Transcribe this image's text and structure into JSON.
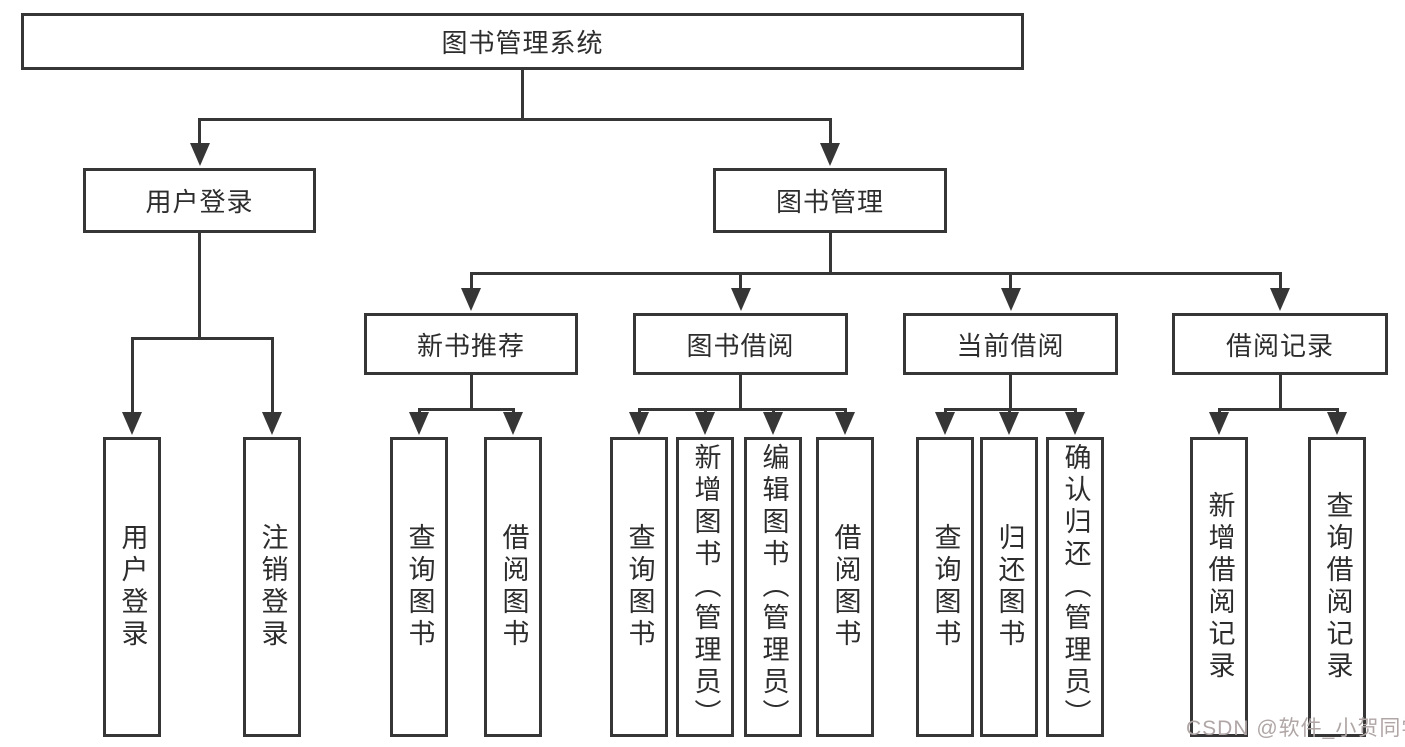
{
  "diagram": {
    "nodes": [
      {
        "id": "root",
        "label": "图书管理系统",
        "parent": null
      },
      {
        "id": "user-login",
        "label": "用户登录",
        "parent": "root"
      },
      {
        "id": "book-mgmt",
        "label": "图书管理",
        "parent": "root"
      },
      {
        "id": "new-book-rec",
        "label": "新书推荐",
        "parent": "book-mgmt"
      },
      {
        "id": "book-borrow",
        "label": "图书借阅",
        "parent": "book-mgmt"
      },
      {
        "id": "current-borrow",
        "label": "当前借阅",
        "parent": "book-mgmt"
      },
      {
        "id": "borrow-record",
        "label": "借阅记录",
        "parent": "book-mgmt"
      },
      {
        "id": "login",
        "label": "用户登录",
        "parent": "user-login"
      },
      {
        "id": "logout",
        "label": "注销登录",
        "parent": "user-login"
      },
      {
        "id": "nb-query",
        "label": "查询图书",
        "parent": "new-book-rec"
      },
      {
        "id": "nb-borrow",
        "label": "借阅图书",
        "parent": "new-book-rec"
      },
      {
        "id": "bb-query",
        "label": "查询图书",
        "parent": "book-borrow"
      },
      {
        "id": "bb-add",
        "label": "新增图书（管理员）",
        "parent": "book-borrow"
      },
      {
        "id": "bb-edit",
        "label": "编辑图书（管理员）",
        "parent": "book-borrow"
      },
      {
        "id": "bb-borrow",
        "label": "借阅图书",
        "parent": "book-borrow"
      },
      {
        "id": "cb-query",
        "label": "查询图书",
        "parent": "current-borrow"
      },
      {
        "id": "cb-return",
        "label": "归还图书",
        "parent": "current-borrow"
      },
      {
        "id": "cb-confirm",
        "label": "确认归还（管理员）",
        "parent": "current-borrow"
      },
      {
        "id": "br-add",
        "label": "新增借阅记录",
        "parent": "borrow-record"
      },
      {
        "id": "br-query",
        "label": "查询借阅记录",
        "parent": "borrow-record"
      }
    ]
  },
  "watermark": {
    "text": "CSDN @软件_小贺同学"
  },
  "colors": {
    "line": "#363636",
    "text": "#2d2d2d",
    "background": "#ffffff",
    "watermark": "#b0a6a6"
  }
}
